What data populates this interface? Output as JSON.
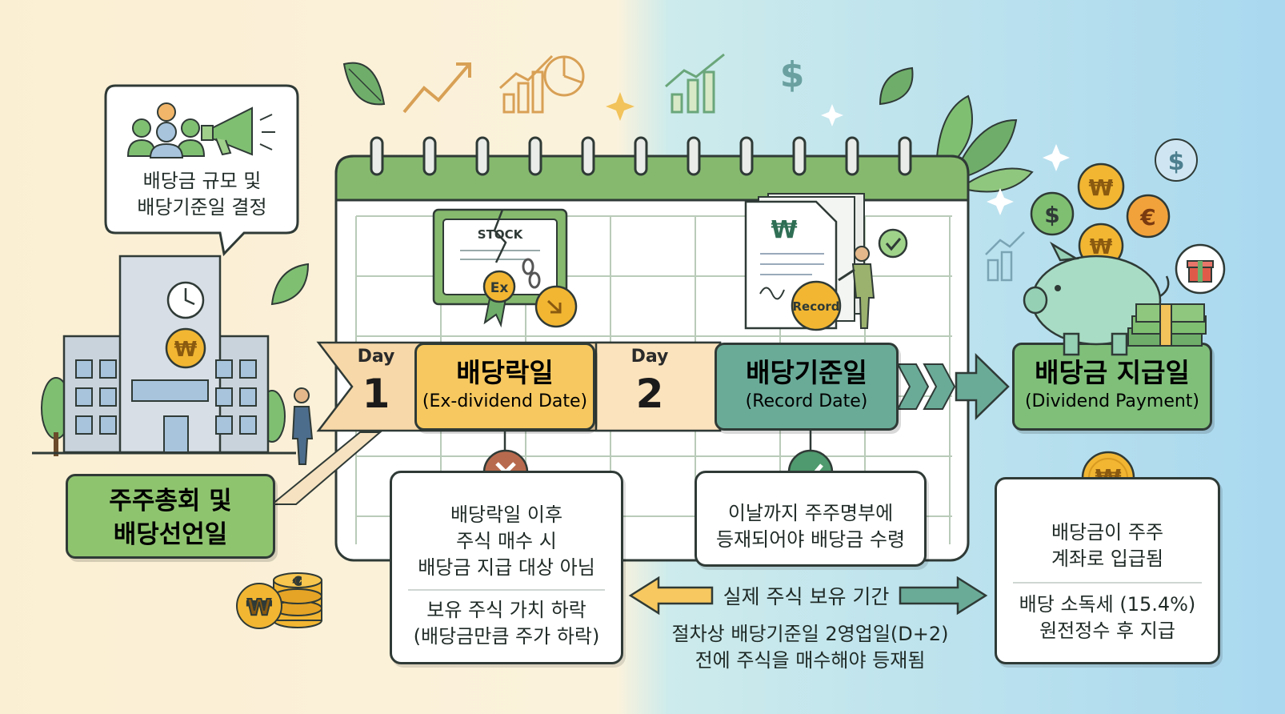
{
  "announcement": {
    "bubble_line1": "배당금 규모 및",
    "bubble_line2": "배당기준일 결정",
    "label_line1": "주주총회 및",
    "label_line2": "배당선언일"
  },
  "ex_dividend": {
    "day_label": "Day",
    "day_number": "1",
    "title": "배당락일",
    "subtitle": "(Ex-dividend Date)",
    "certificate_text": "STOCK",
    "badge": "Ex",
    "note_line1": "배당락일 이후",
    "note_line2": "주식 매수 시",
    "note_line3": "배당금 지급 대상 아님",
    "note_line4": "보유 주식 가치 하락",
    "note_line5": "(배당금만큼 주가 하락)"
  },
  "record": {
    "day_label": "Day",
    "day_number": "2",
    "title": "배당기준일",
    "subtitle": "(Record Date)",
    "coin_text": "Record",
    "note_line1": "이날까지 주주명부에",
    "note_line2": "등재되어야 배당금 수령"
  },
  "payment": {
    "title": "배당금 지급일",
    "subtitle": "(Dividend Payment)",
    "note_line1": "배당금이 주주",
    "note_line2": "계좌로 입급됨",
    "note_line3": "배당 소독세 (15.4%)",
    "note_line4": "원전정수 후 지급"
  },
  "holding": {
    "label": "실제 주식 보유 기간",
    "note_line1": "절차상 배당기준일 2영업일(D+2)",
    "note_line2": "전에 주식을 매수해야 등재됨"
  },
  "icons": {
    "won": "₩",
    "dollar": "$",
    "euro": "€"
  },
  "colors": {
    "green_label": "#8fc46f",
    "yellow_box": "#f6c85f",
    "teal_box": "#6aab98",
    "payment_box": "#7fbf7a",
    "outline": "#2f3a36",
    "coin": "#f2b632"
  }
}
